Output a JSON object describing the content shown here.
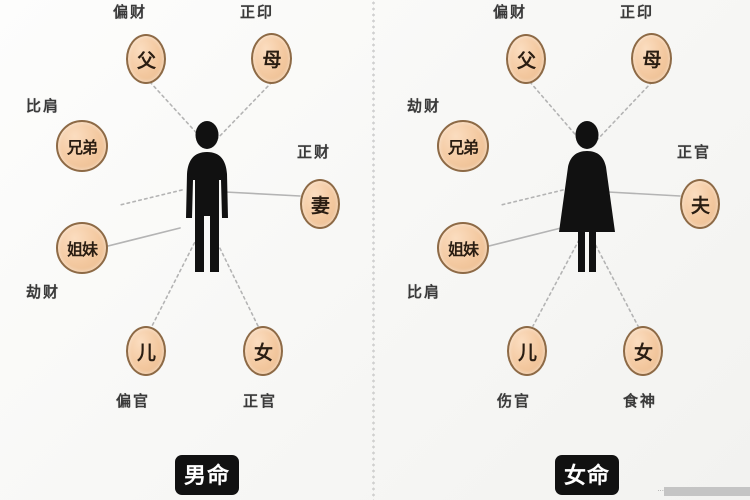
{
  "diagram": {
    "title_left": "男命",
    "title_right": "女命",
    "colors": {
      "node_fill": "#f3c89f",
      "node_border": "#8d6a46",
      "figure": "#111111",
      "link": "#b6b6b6",
      "label_text": "#3a3a3a",
      "caption_bg": "#111111",
      "background": "#fbfbfa"
    }
  },
  "male_panel": {
    "figure_name": "male-figure",
    "caption": "男命",
    "nodes": [
      {
        "id": "father",
        "relation": "父",
        "ten_god": "偏财"
      },
      {
        "id": "mother",
        "relation": "母",
        "ten_god": "正印"
      },
      {
        "id": "brother",
        "relation": "兄弟",
        "ten_god": "比肩"
      },
      {
        "id": "sister",
        "relation": "姐妹",
        "ten_god": "劫财"
      },
      {
        "id": "wife",
        "relation": "妻",
        "ten_god": "正财"
      },
      {
        "id": "son",
        "relation": "儿",
        "ten_god": "偏官"
      },
      {
        "id": "daughter",
        "relation": "女",
        "ten_god": "正官"
      }
    ]
  },
  "female_panel": {
    "figure_name": "female-figure",
    "caption": "女命",
    "nodes": [
      {
        "id": "father",
        "relation": "父",
        "ten_god": "偏财"
      },
      {
        "id": "mother",
        "relation": "母",
        "ten_god": "正印"
      },
      {
        "id": "brother",
        "relation": "兄弟",
        "ten_god": "劫财"
      },
      {
        "id": "sister",
        "relation": "姐妹",
        "ten_god": "比肩"
      },
      {
        "id": "husband",
        "relation": "夫",
        "ten_god": "正官"
      },
      {
        "id": "son",
        "relation": "儿",
        "ten_god": "伤官"
      },
      {
        "id": "daughter",
        "relation": "女",
        "ten_god": "食神"
      }
    ]
  }
}
